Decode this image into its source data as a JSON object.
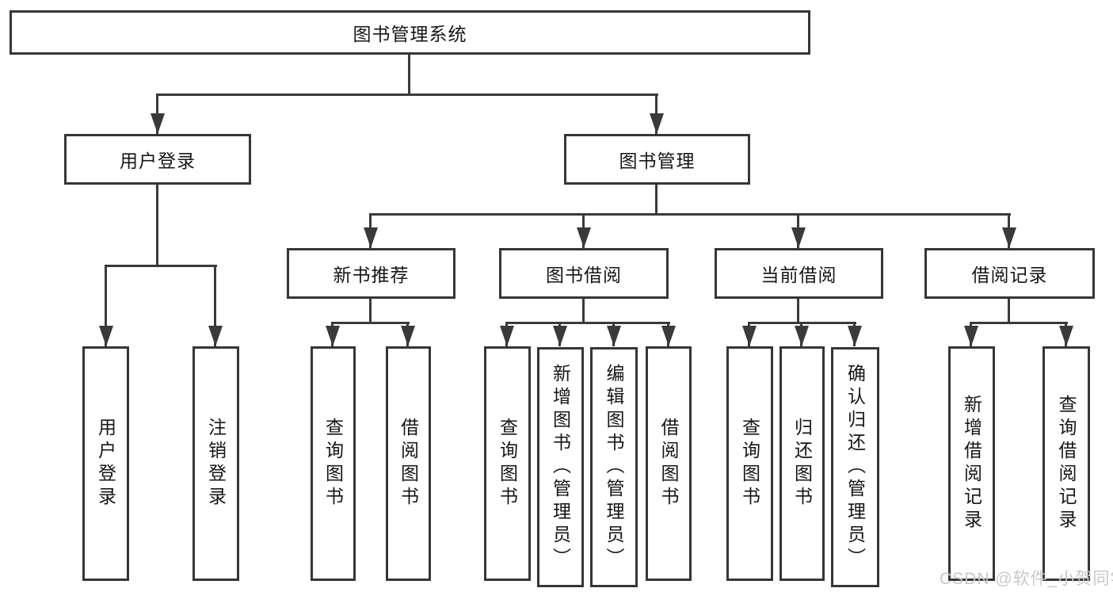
{
  "diagram": {
    "root": {
      "label": "图书管理系统"
    },
    "level2": [
      {
        "label": "用户登录"
      },
      {
        "label": "图书管理"
      }
    ],
    "level3": [
      {
        "label": "新书推荐",
        "parent": "图书管理"
      },
      {
        "label": "图书借阅",
        "parent": "图书管理"
      },
      {
        "label": "当前借阅",
        "parent": "图书管理"
      },
      {
        "label": "借阅记录",
        "parent": "图书管理"
      }
    ],
    "leaves": [
      {
        "label": "用户登录",
        "parent": "用户登录"
      },
      {
        "label": "注销登录",
        "parent": "用户登录"
      },
      {
        "label": "查询图书",
        "parent": "新书推荐"
      },
      {
        "label": "借阅图书",
        "parent": "新书推荐"
      },
      {
        "label": "查询图书",
        "parent": "图书借阅"
      },
      {
        "label": "新增图书（管理员）",
        "parent": "图书借阅"
      },
      {
        "label": "编辑图书（管理员）",
        "parent": "图书借阅"
      },
      {
        "label": "借阅图书",
        "parent": "图书借阅"
      },
      {
        "label": "查询图书",
        "parent": "当前借阅"
      },
      {
        "label": "归还图书",
        "parent": "当前借阅"
      },
      {
        "label": "确认归还（管理员）",
        "parent": "当前借阅"
      },
      {
        "label": "新增借阅记录",
        "parent": "借阅记录"
      },
      {
        "label": "查询借阅记录",
        "parent": "借阅记录"
      }
    ]
  },
  "watermark": {
    "text": "CSDN @软件_小贺同学"
  },
  "colors": {
    "line": "#3a3a3a",
    "box_border": "#363636",
    "text": "#161616",
    "watermark": "#c8c8c8",
    "background": "#ffffff"
  }
}
